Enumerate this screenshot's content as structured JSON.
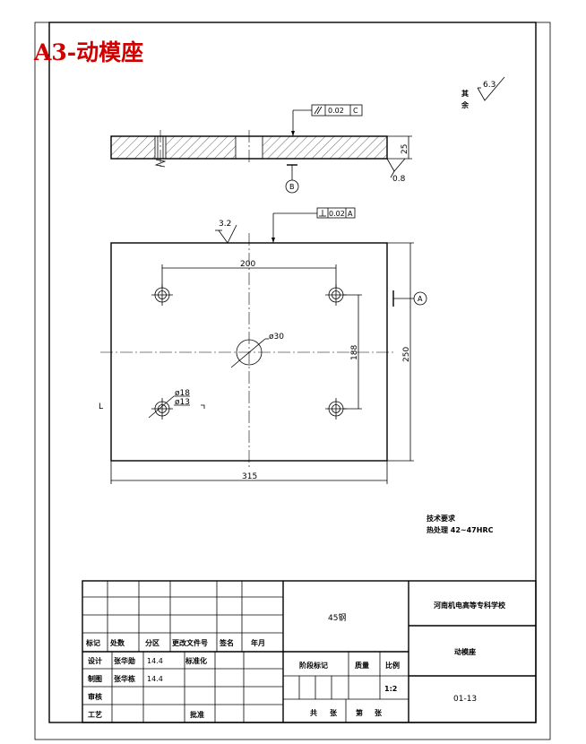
{
  "title": "A3-动模座",
  "roughness": {
    "rest_label_line1": "其",
    "rest_label_line2": "余",
    "rest_value": "6.3",
    "bottom_value": "0.8",
    "top_value": "3.2"
  },
  "tolerances": {
    "parallel": {
      "value": "0.02",
      "datum": "C"
    },
    "perpendicular": {
      "value": "0.02",
      "datum": "A"
    }
  },
  "datums": {
    "b": "B",
    "a": "A"
  },
  "dimensions": {
    "thickness": "25",
    "hole_spacing_x": "200",
    "hole_spacing_y": "188",
    "center_hole": "ø30",
    "cbore": "ø18",
    "thru": "ø13",
    "width": "315",
    "height": "250"
  },
  "section_mark": "L",
  "notes": {
    "heading": "技术要求",
    "line1": "热处理 42~47HRC"
  },
  "title_block": {
    "material": "45钢",
    "school": "河南机电高等专科学校",
    "part_name": "动模座",
    "drawing_no": "01-13",
    "scale": "1:2",
    "col_marks": "标记",
    "col_count": "处数",
    "col_zone": "分区",
    "col_change_doc": "更改文件号",
    "col_signature": "签名",
    "col_date": "年月",
    "designer_label": "设计",
    "designer_name": "张华勋",
    "designer_date": "14.4",
    "standardize_label": "标准化",
    "drafter_label": "制图",
    "drafter_name": "张华栋",
    "drafter_date": "14.4",
    "review_label": "审核",
    "process_label": "工艺",
    "approve_label": "批准",
    "stage_label": "阶段标记",
    "weight_label": "质量",
    "scale_label": "比例",
    "total_label": "共",
    "sheets_label": "张",
    "sheet_label": "第",
    "sheet_unit": "张"
  }
}
